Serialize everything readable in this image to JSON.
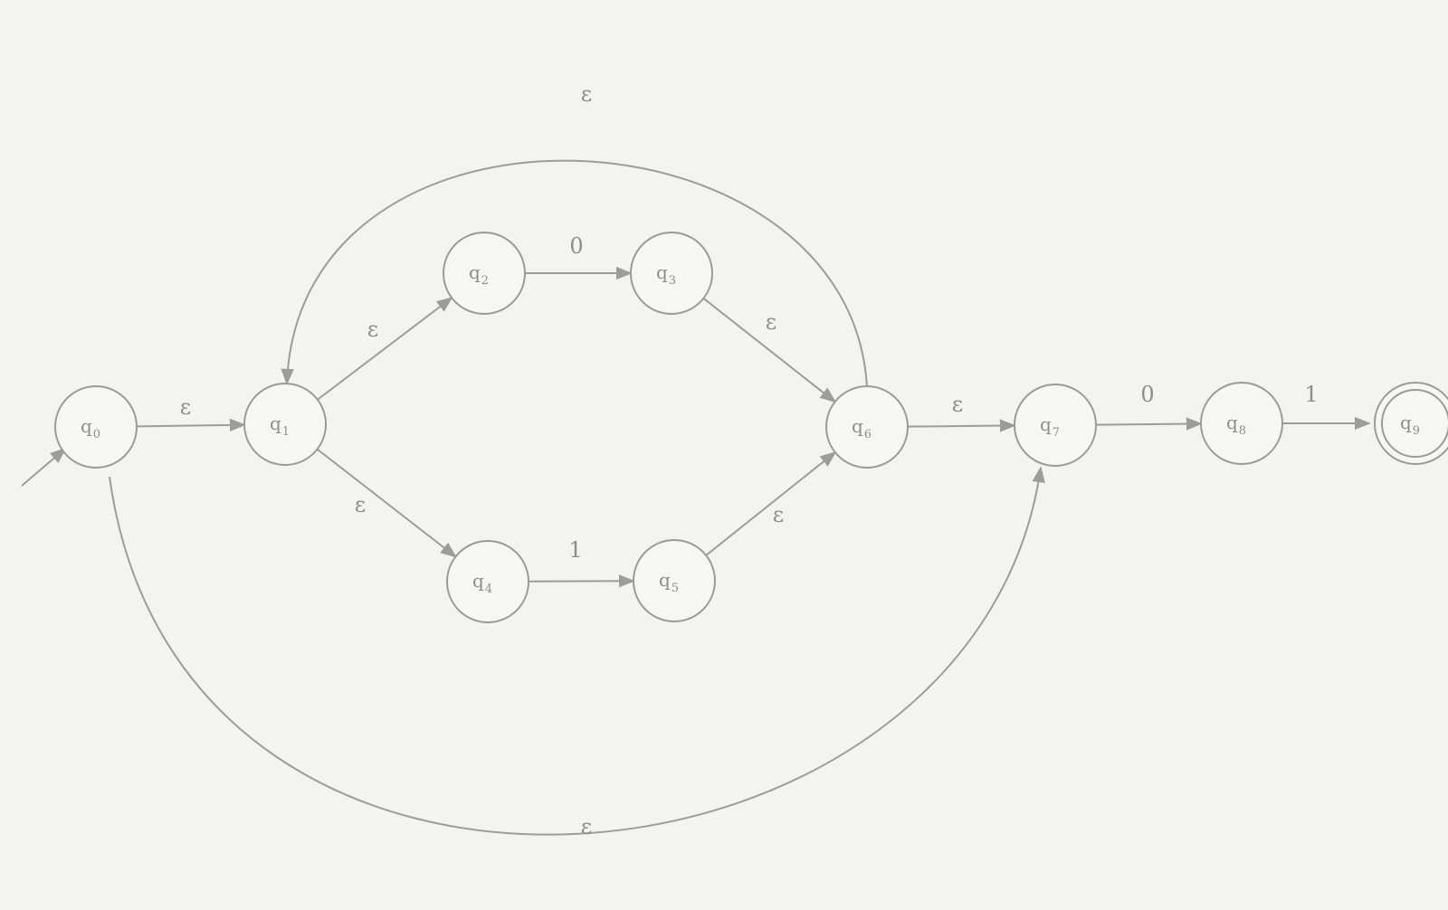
{
  "colors": {
    "paper": "#f3f3f1",
    "pencil": "#9a9a98"
  },
  "states": [
    {
      "id": "q0",
      "base": "q",
      "sub": "0",
      "start": true,
      "accept": false
    },
    {
      "id": "q1",
      "base": "q",
      "sub": "1",
      "start": false,
      "accept": false
    },
    {
      "id": "q2",
      "base": "q",
      "sub": "2",
      "start": false,
      "accept": false
    },
    {
      "id": "q3",
      "base": "q",
      "sub": "3",
      "start": false,
      "accept": false
    },
    {
      "id": "q4",
      "base": "q",
      "sub": "4",
      "start": false,
      "accept": false
    },
    {
      "id": "q5",
      "base": "q",
      "sub": "5",
      "start": false,
      "accept": false
    },
    {
      "id": "q6",
      "base": "q",
      "sub": "6",
      "start": false,
      "accept": false
    },
    {
      "id": "q7",
      "base": "q",
      "sub": "7",
      "start": false,
      "accept": false
    },
    {
      "id": "q8",
      "base": "q",
      "sub": "8",
      "start": false,
      "accept": false
    },
    {
      "id": "q9",
      "base": "q",
      "sub": "9",
      "start": false,
      "accept": true
    }
  ],
  "transitions": [
    {
      "from": "q0",
      "to": "q1",
      "symbol": "ε"
    },
    {
      "from": "q1",
      "to": "q2",
      "symbol": "ε"
    },
    {
      "from": "q1",
      "to": "q4",
      "symbol": "ε"
    },
    {
      "from": "q2",
      "to": "q3",
      "symbol": "0"
    },
    {
      "from": "q4",
      "to": "q5",
      "symbol": "1"
    },
    {
      "from": "q3",
      "to": "q6",
      "symbol": "ε"
    },
    {
      "from": "q5",
      "to": "q6",
      "symbol": "ε"
    },
    {
      "from": "q6",
      "to": "q1",
      "symbol": "ε"
    },
    {
      "from": "q6",
      "to": "q7",
      "symbol": "ε"
    },
    {
      "from": "q0",
      "to": "q7",
      "symbol": "ε"
    },
    {
      "from": "q7",
      "to": "q8",
      "symbol": "0"
    },
    {
      "from": "q8",
      "to": "q9",
      "symbol": "1"
    }
  ]
}
